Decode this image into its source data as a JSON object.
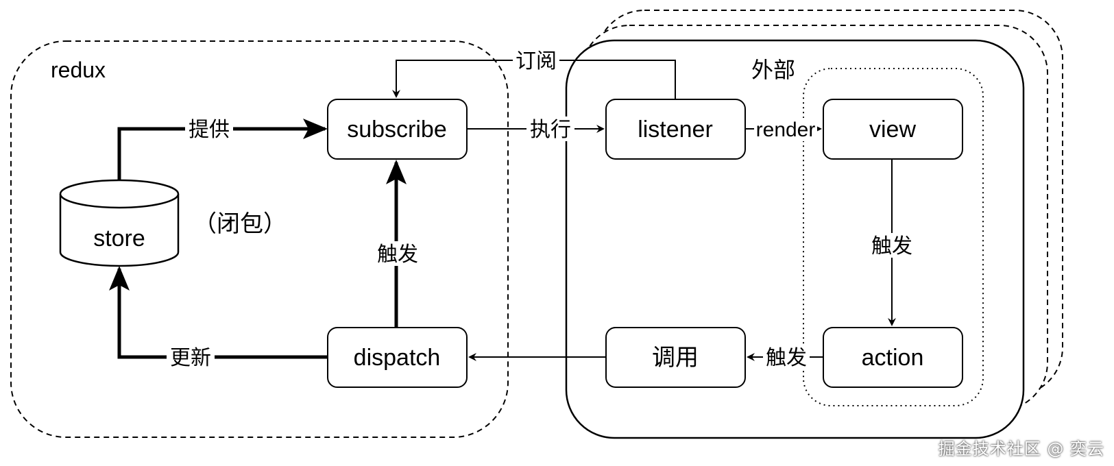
{
  "groups": {
    "redux": "redux",
    "external": "外部"
  },
  "nodes": {
    "store": "store",
    "closure": "（闭包）",
    "subscribe": "subscribe",
    "dispatch": "dispatch",
    "listener": "listener",
    "call": "调用",
    "view": "view",
    "action": "action"
  },
  "edges": {
    "provide": "提供",
    "subscribe_to": "订阅",
    "execute": "执行",
    "render": "render",
    "trigger_up": "触发",
    "trigger_view_action": "触发",
    "trigger_call": "触发",
    "update": "更新"
  },
  "watermark": "掘金技术社区 @ 奕云"
}
